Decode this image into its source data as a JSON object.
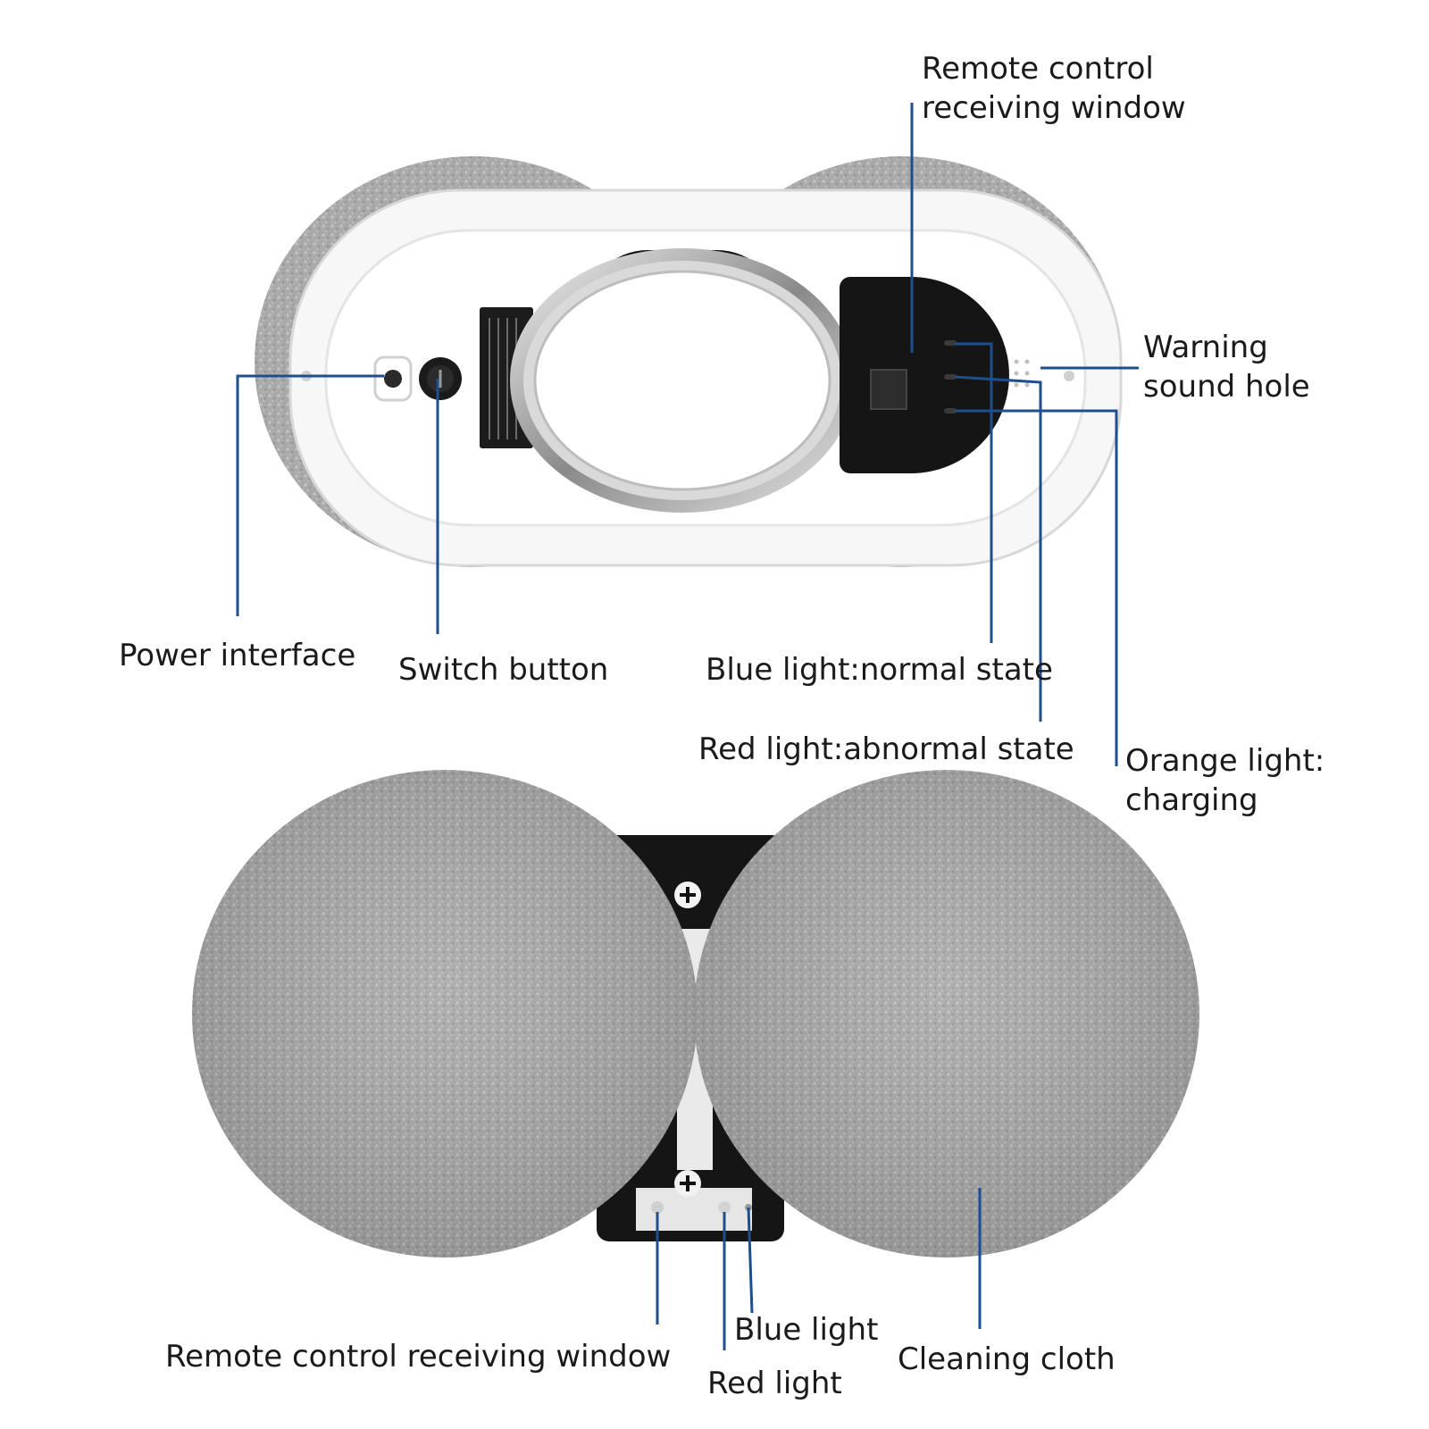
{
  "labels": {
    "remote_window_top_line1": "Remote control",
    "remote_window_top_line2": "receiving window",
    "warning_hole_line1": "Warning",
    "warning_hole_line2": "sound hole",
    "power_interface": "Power interface",
    "switch_button": "Switch button",
    "blue_light_normal": "Blue light:normal state",
    "red_light_abnormal": "Red light:abnormal state",
    "orange_light_line1": "Orange light:",
    "orange_light_line2": "charging",
    "remote_window_bottom": "Remote control receiving window",
    "blue_light": "Blue light",
    "red_light": "Red light",
    "cleaning_cloth": "Cleaning cloth"
  },
  "colors": {
    "leader_line": "#1f4e8c",
    "pad_grey": "#a9a9a9",
    "body_white": "#f6f6f6",
    "panel_black": "#161616"
  },
  "icons": [
    "screw-icon",
    "led-icon",
    "switch-icon",
    "power-port-icon"
  ]
}
